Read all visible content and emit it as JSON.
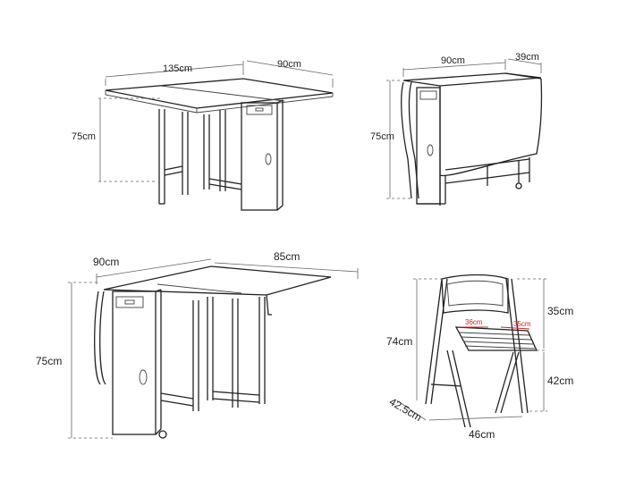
{
  "views": {
    "extended": {
      "width": "135cm",
      "depth": "90cm",
      "height": "75cm"
    },
    "folded": {
      "width": "90cm",
      "depth": "39cm",
      "height": "75cm"
    },
    "half_open": {
      "depth": "90cm",
      "width": "85cm",
      "height": "75cm"
    },
    "chair": {
      "back": "35cm",
      "seat_height": "42cm",
      "total_height": "74cm",
      "depth": "42.5cm",
      "width": "46cm",
      "seat_front": "36cm",
      "seat_back": "35cm"
    }
  }
}
